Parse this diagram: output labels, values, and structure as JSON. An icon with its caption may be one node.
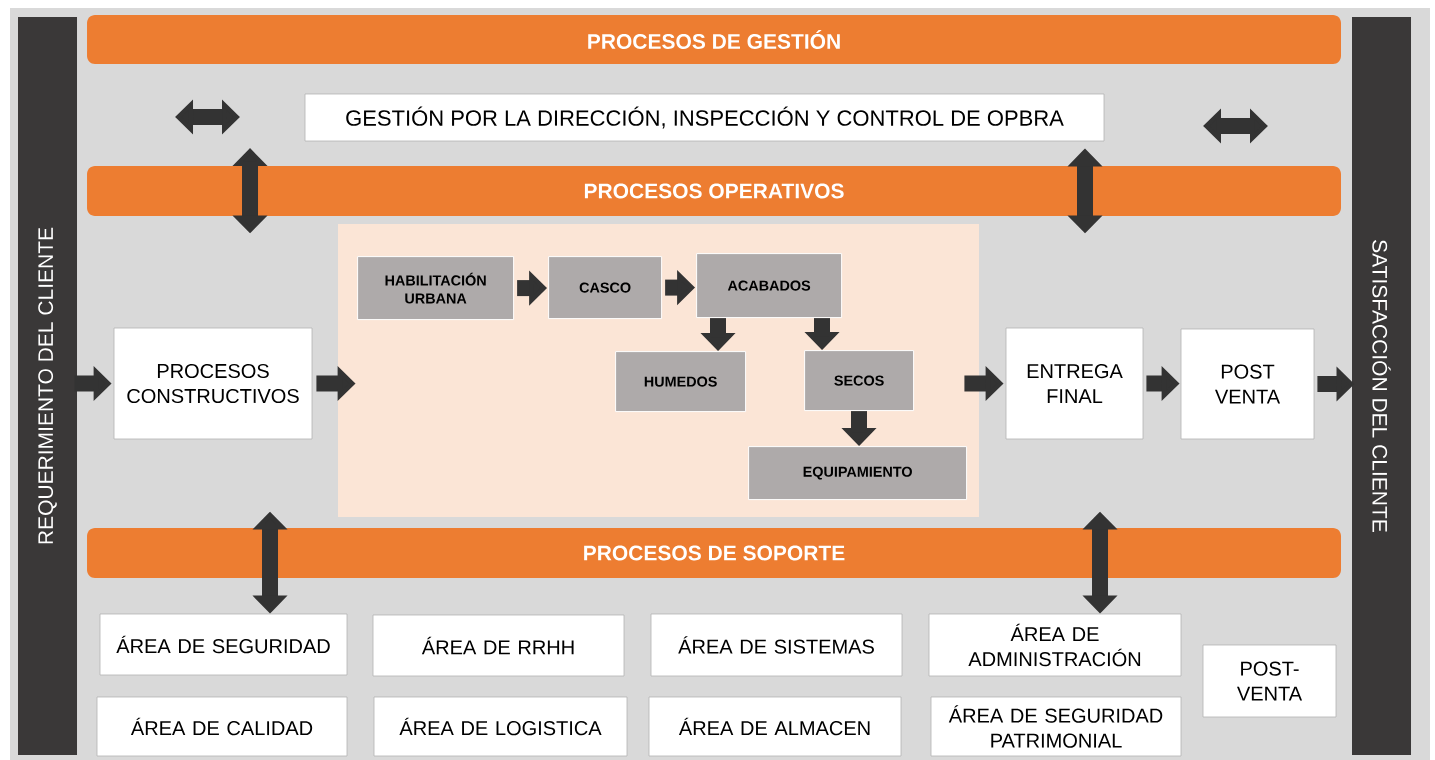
{
  "diagram": {
    "nodes": [
      {
        "text": [
          "REQUERIMIENTO DEL CLIENTE"
        ]
      },
      {
        "text": [
          "PROCESOS DE GESTIÓN"
        ]
      },
      {
        "text": [
          "GESTIÓN POR LA DIRECCIÓN, INSPECCIÓN Y CONTROL DE OPBRA"
        ]
      },
      {
        "text": [
          "PROCESOS OPERATIVOS"
        ]
      },
      {
        "text": [
          "PROCESOS CONSTRUCTIVOS"
        ]
      },
      {
        "text": [],
        "shape": "box"
      },
      {
        "text": [
          "HABILITACIÓN URBANA"
        ],
        "in": 5
      },
      {
        "text": [
          "CASCO"
        ],
        "in": 5
      },
      {
        "text": [
          "ACABADOS"
        ],
        "in": 5
      },
      {
        "text": [
          "HUMEDOS"
        ],
        "in": 5
      },
      {
        "text": [
          "SECOS"
        ],
        "in": 5
      },
      {
        "text": [
          "EQUIPAMIENTO"
        ],
        "in": 5
      },
      {
        "text": [
          "ENTREGA FINAL"
        ]
      },
      {
        "text": [
          "POST VENTA"
        ]
      },
      {
        "text": [
          "SATISFACCIÓN DEL CLIENTE"
        ]
      },
      {
        "text": [
          "PROCESOS DE SOPORTE"
        ]
      },
      {
        "text": [
          "ÁREA DE SEGURIDAD"
        ]
      },
      {
        "text": [
          "ÁREA DE RRHH"
        ]
      },
      {
        "text": [
          "ÁREA DE SISTEMAS"
        ]
      },
      {
        "text": [
          "ÁREA DE ADMINISTRACIÓN"
        ]
      },
      {
        "text": [
          "POST- VENTA"
        ]
      },
      {
        "text": [
          "ÁREA DE CALIDAD"
        ]
      },
      {
        "text": [
          "ÁREA DE LOGISTICA"
        ]
      },
      {
        "text": [
          "ÁREA DE ALMACEN"
        ]
      },
      {
        "text": [
          "ÁREA DE SEGURIDAD PATRIMONIAL"
        ]
      }
    ],
    "edges": [
      {
        "from": 0,
        "to": 4,
        "arrow": "to"
      },
      {
        "from": 4,
        "to": 5,
        "arrow": "to"
      },
      {
        "from": 6,
        "to": 7,
        "arrow": "to"
      },
      {
        "from": 7,
        "to": 8,
        "arrow": "to"
      },
      {
        "from": 8,
        "to": 9,
        "arrow": "to"
      },
      {
        "from": 8,
        "to": 10,
        "arrow": "to"
      },
      {
        "from": 10,
        "to": 11,
        "arrow": "to"
      },
      {
        "from": 5,
        "to": 12,
        "arrow": "to"
      },
      {
        "from": 12,
        "to": 13,
        "arrow": "to"
      },
      {
        "from": 13,
        "to": 14,
        "arrow": "to"
      },
      {
        "from": null,
        "to": 3,
        "arrow": "both"
      },
      {
        "from": 2,
        "to": 3,
        "arrow": "both"
      },
      {
        "from": 15,
        "to": 16,
        "arrow": "both"
      },
      {
        "from": 15,
        "to": 19,
        "arrow": "both"
      }
    ]
  }
}
